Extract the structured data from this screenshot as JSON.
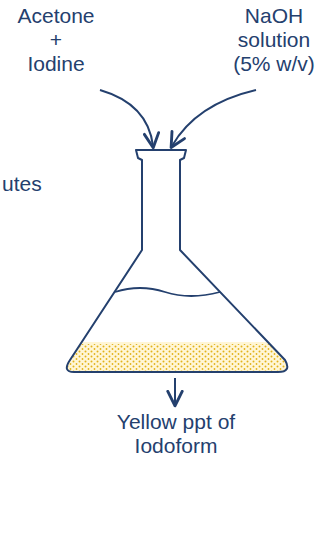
{
  "diagram": {
    "labels": [
      "Acetone + Iodine",
      "NaOH solution (5% w/v)",
      "utes",
      "Yellow ppt of Iodoform"
    ]
  }
}
